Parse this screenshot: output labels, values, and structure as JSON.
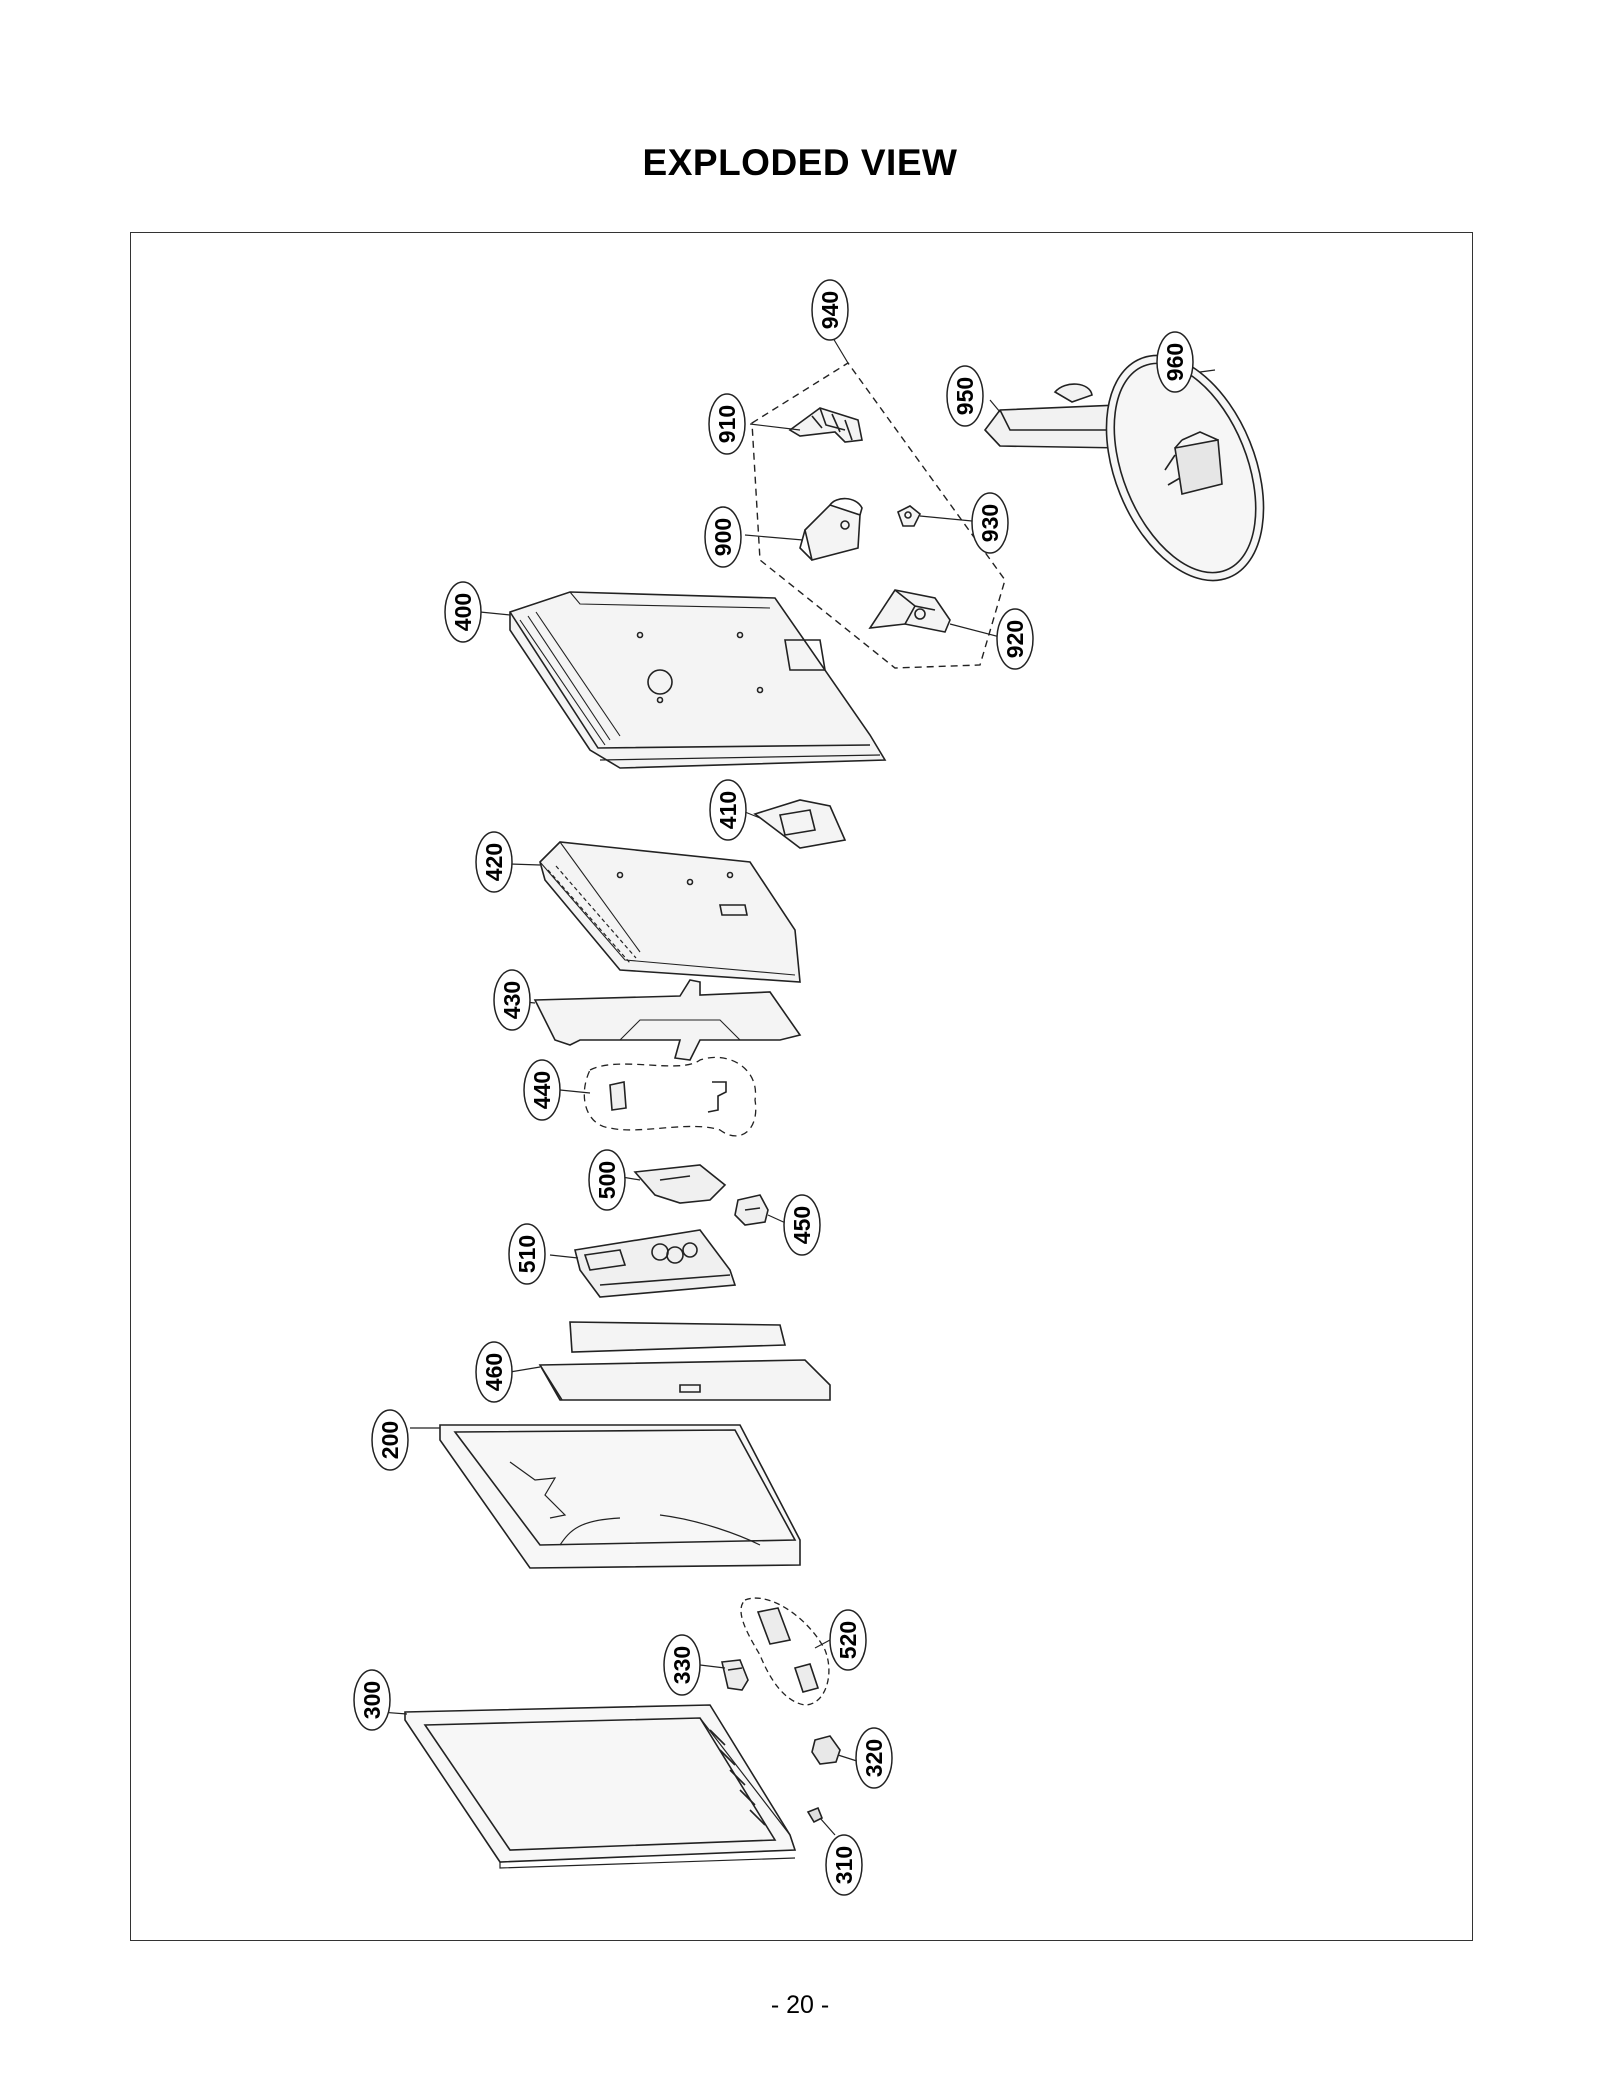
{
  "title": "EXPLODED VIEW",
  "page_number": "- 20 -",
  "callouts": [
    {
      "id": "940",
      "label": "940"
    },
    {
      "id": "910",
      "label": "910"
    },
    {
      "id": "950",
      "label": "950"
    },
    {
      "id": "960",
      "label": "960"
    },
    {
      "id": "900",
      "label": "900"
    },
    {
      "id": "930",
      "label": "930"
    },
    {
      "id": "920",
      "label": "920"
    },
    {
      "id": "400",
      "label": "400"
    },
    {
      "id": "410",
      "label": "410"
    },
    {
      "id": "420",
      "label": "420"
    },
    {
      "id": "430",
      "label": "430"
    },
    {
      "id": "440",
      "label": "440"
    },
    {
      "id": "500",
      "label": "500"
    },
    {
      "id": "450",
      "label": "450"
    },
    {
      "id": "510",
      "label": "510"
    },
    {
      "id": "460",
      "label": "460"
    },
    {
      "id": "200",
      "label": "200"
    },
    {
      "id": "520",
      "label": "520"
    },
    {
      "id": "330",
      "label": "330"
    },
    {
      "id": "300",
      "label": "300"
    },
    {
      "id": "320",
      "label": "320"
    },
    {
      "id": "310",
      "label": "310"
    }
  ]
}
